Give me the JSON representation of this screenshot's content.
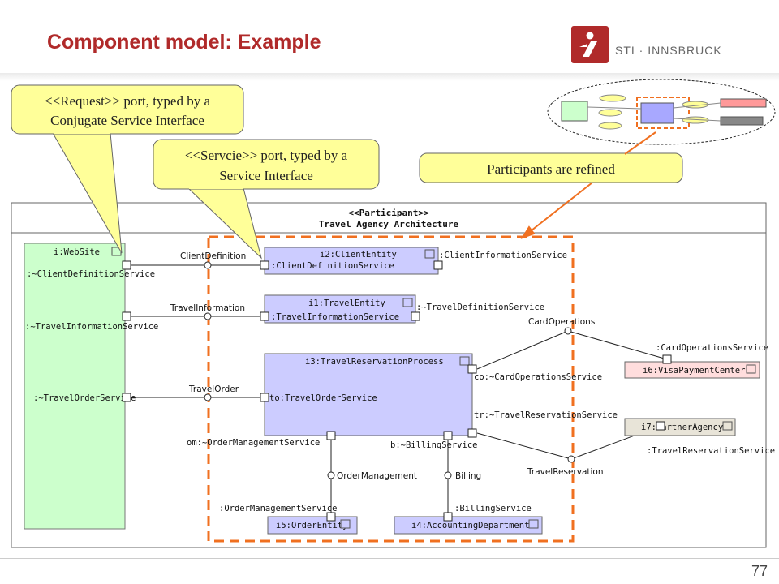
{
  "slide": {
    "title": "Component model: Example",
    "logo_text": "STI · INNSBRUCK",
    "page_number": "77"
  },
  "callouts": {
    "request": [
      "<<Request>> port, typed by a",
      "Conjugate Service Interface"
    ],
    "service": [
      "<<Servcie>> port, typed by a",
      "Service Interface"
    ],
    "participants": "Participants are refined"
  },
  "diagram": {
    "stereotype": "<<Participant>>",
    "name": "Travel Agency Architecture",
    "parts": {
      "website": "i:WebSite",
      "client_entity": "i2:ClientEntity",
      "travel_entity": "i1:TravelEntity",
      "reservation_process": "i3:TravelReservationProcess",
      "order_entity": "i5:OrderEntity",
      "accounting": "i4:AccountingDepartment",
      "visa": "i6:VisaPaymentCenter",
      "partner": "i7:PartnerAgency"
    },
    "ports": {
      "website_client": ":~ClientDefinitionService",
      "website_travel": ":~TravelInformationService",
      "website_order": ":~TravelOrderService",
      "client_def": ":ClientDefinitionService",
      "client_info": ":ClientInformationService",
      "travel_info": ":TravelInformationService",
      "travel_def": ":~TravelDefinitionService",
      "to": "to:TravelOrderService",
      "co": "co:~CardOperationsService",
      "tr": "tr:~TravelReservationService",
      "om": "om:~OrderManagementService",
      "b": "b:~BillingService",
      "order_mgmt": ":OrderManagementService",
      "billing": ":BillingService",
      "card_ops": ":CardOperationsService",
      "travel_res": ":TravelReservationService"
    },
    "connectors": {
      "client_definition": "ClientDefinition",
      "travel_information": "TravelInformation",
      "travel_order": "TravelOrder",
      "card_operations": "CardOperations",
      "travel_reservation": "TravelReservation",
      "order_management": "OrderManagement",
      "billing": "Billing"
    }
  },
  "colors": {
    "title": "#b02a2a",
    "callout_fill": "#ffff99",
    "refine_border": "#f07020",
    "component_fill": "#ccccff",
    "website_fill": "#ccffcc",
    "visa_fill": "#ffdddd",
    "partner_fill": "#e8e4d8"
  }
}
